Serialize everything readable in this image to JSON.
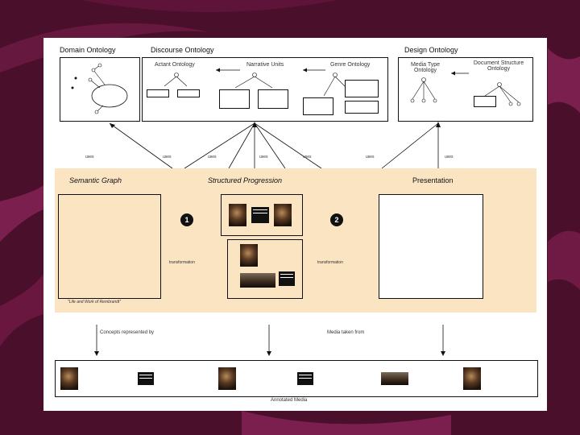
{
  "top": {
    "domain_ontology": "Domain Ontology",
    "discourse_ontology": "Discourse Ontology",
    "design_ontology": "Design Ontology",
    "actant_ontology": "Actant Ontology",
    "narrative_units": "Narrative Units",
    "genre_ontology": "Genre Ontology",
    "media_type_ontology": "Media Type Ontology",
    "document_structure_ontology": "Document Structure Ontology"
  },
  "middle": {
    "semantic_graph": "Semantic Graph",
    "structured_progression": "Structured Progression",
    "presentation": "Presentation",
    "step1": "1",
    "step2": "2",
    "transformation_1": "transformation",
    "transformation_2": "transformation",
    "graph_caption": "\"Life and Work of Rembrandt\""
  },
  "bottom": {
    "concepts_represented_by": "Concepts represented by",
    "media_taken_from": "Media taken from",
    "annotated_media": "Annotated Media"
  },
  "arrows": {
    "uses": "uses"
  }
}
